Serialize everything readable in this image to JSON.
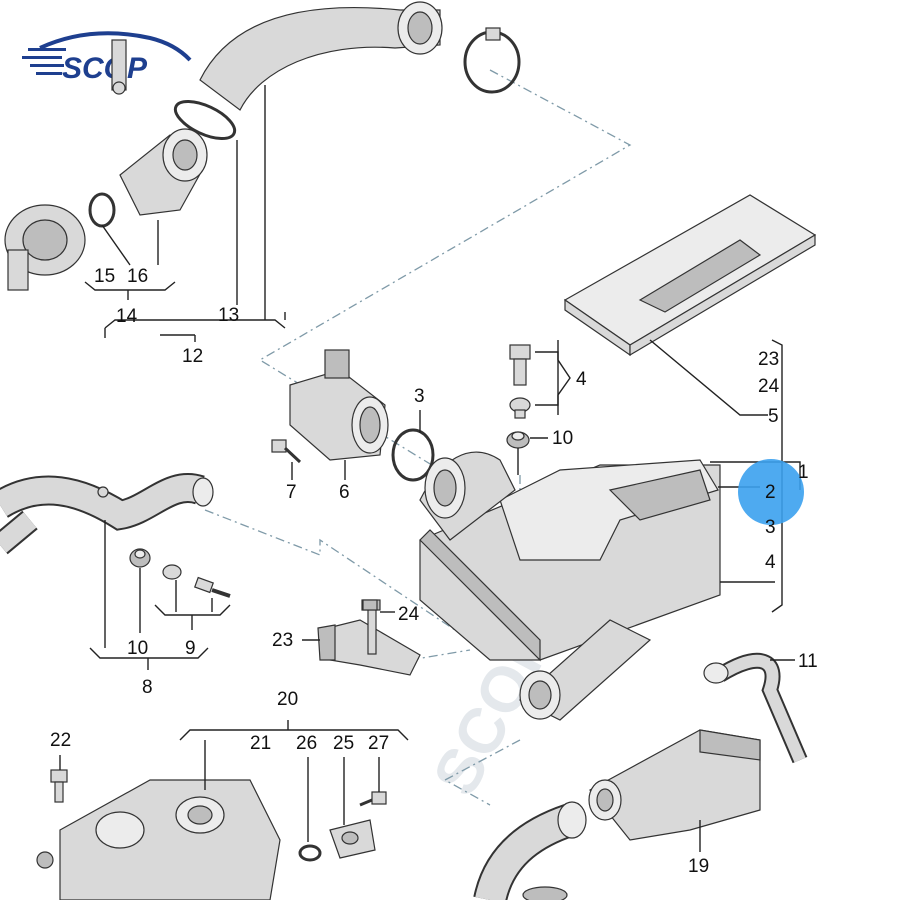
{
  "logo": {
    "text": "SCQP",
    "accent": "#1e3f8f"
  },
  "watermark": {
    "text": "SCQP.COM",
    "color": "#e4e8ec"
  },
  "highlight": {
    "color": "#3ba1ee"
  },
  "callouts": {
    "n1": "1",
    "n2": "2",
    "n3": "3",
    "n3b": "3",
    "n4": "4",
    "n4b": "4",
    "n5": "5",
    "n6": "6",
    "n7": "7",
    "n8": "8",
    "n9": "9",
    "n10": "10",
    "n10b": "10",
    "n11": "11",
    "n12": "12",
    "n13": "13",
    "n14": "14",
    "n15": "15",
    "n16": "16",
    "n19": "19",
    "n20": "20",
    "n21": "21",
    "n22": "22",
    "n23": "23",
    "n23b": "23",
    "n24": "24",
    "n24b": "24",
    "n25": "25",
    "n26": "26",
    "n27": "27"
  }
}
